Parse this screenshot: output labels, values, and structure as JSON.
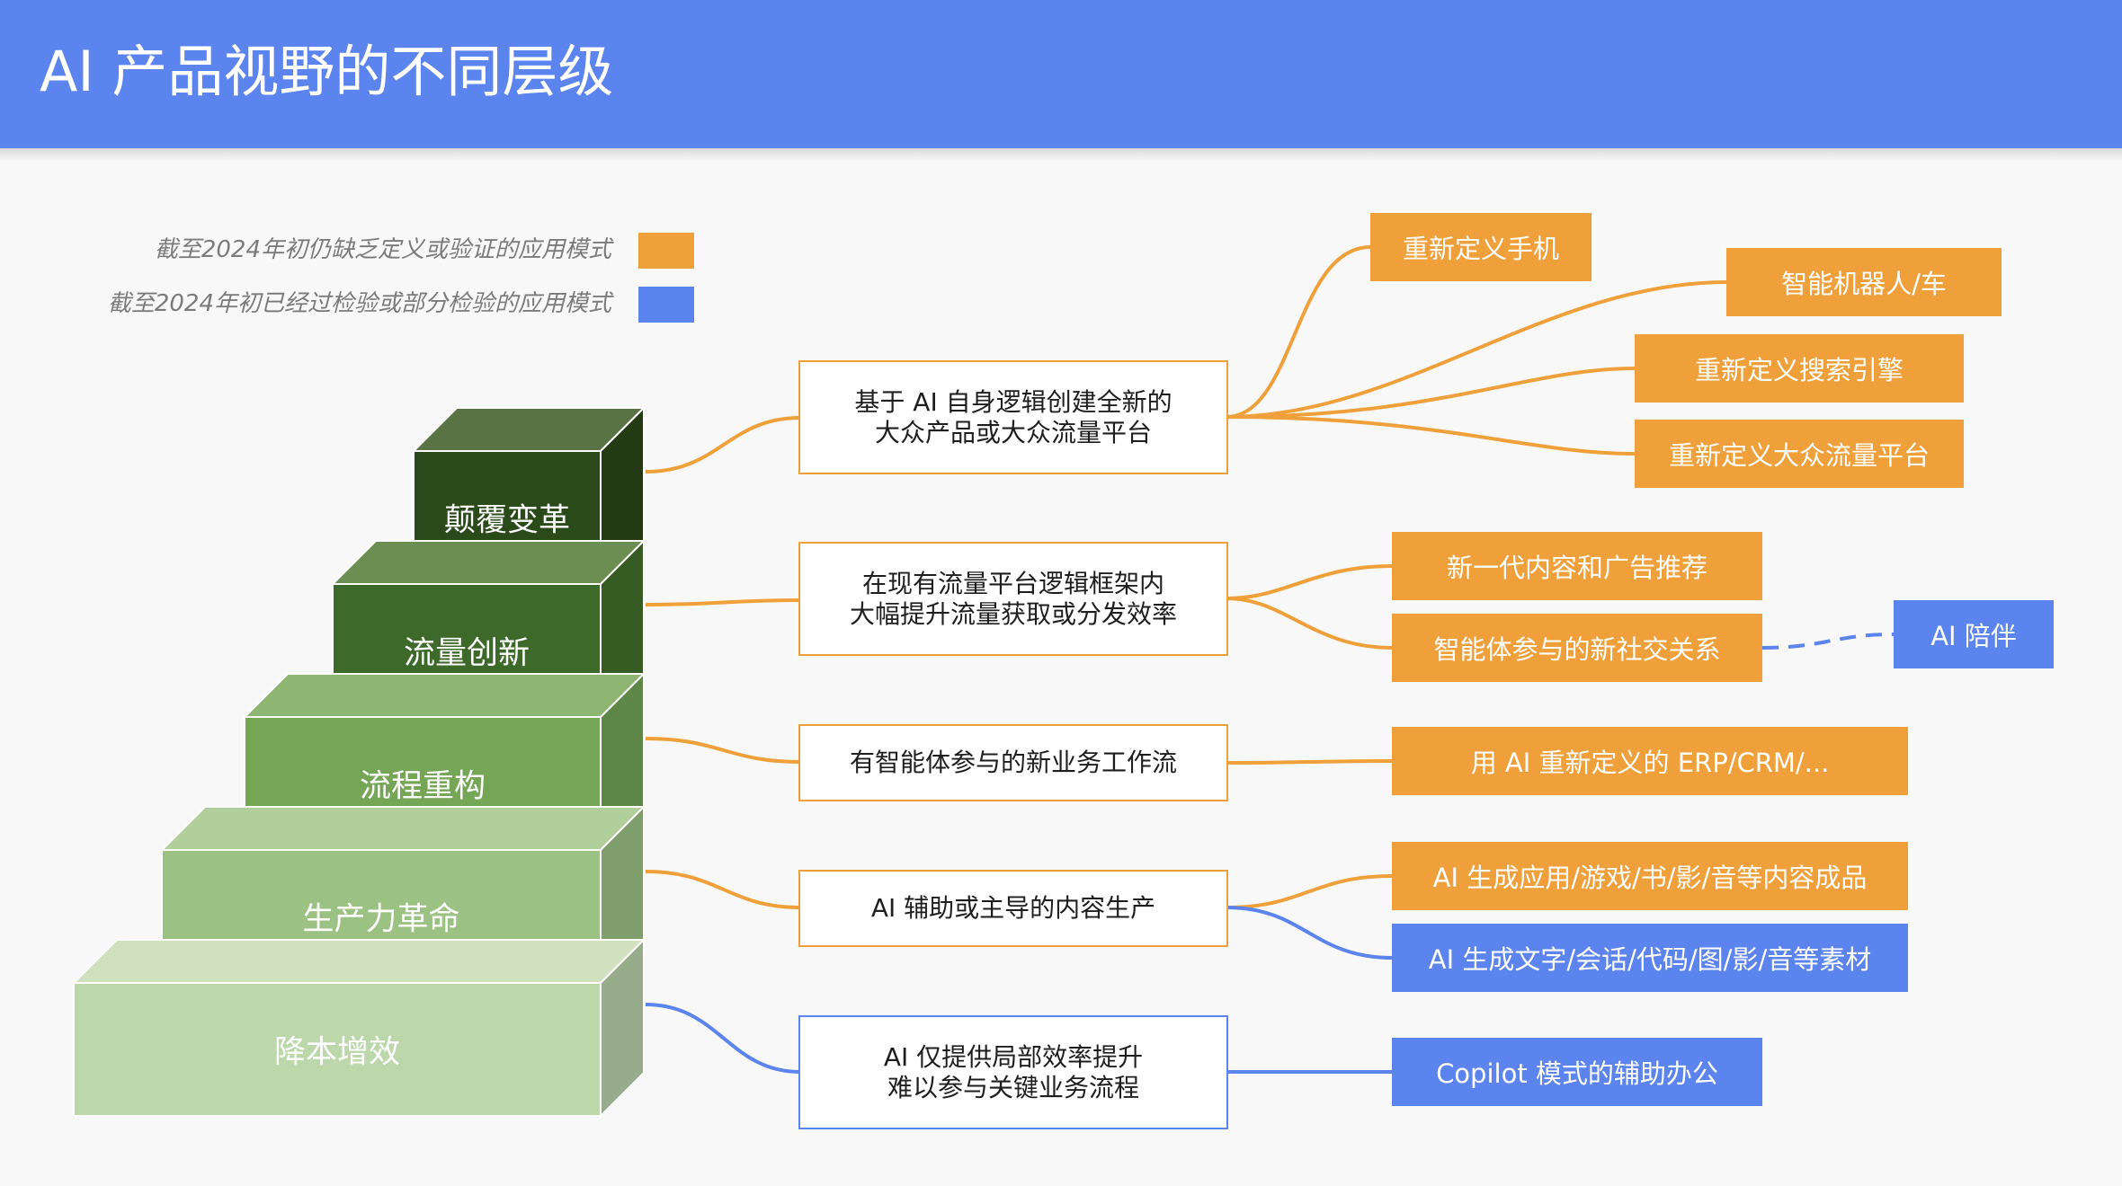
{
  "title": "AI 产品视野的不同层级",
  "legend": [
    {
      "label": "截至2024年初仍缺乏定义或验证的应用模式",
      "color": "#f0a03a"
    },
    {
      "label": "截至2024年初已经过检验或部分检验的应用模式",
      "color": "#5b84ef"
    }
  ],
  "steps": [
    {
      "label": "颠覆变革"
    },
    {
      "label": "流量创新"
    },
    {
      "label": "流程重构"
    },
    {
      "label": "生产力革命"
    },
    {
      "label": "降本增效"
    }
  ],
  "middle": [
    {
      "text": "基于 AI 自身逻辑创建全新的\n大众产品或大众流量平台",
      "status": "orange"
    },
    {
      "text": "在现有流量平台逻辑框架内\n大幅提升流量获取或分发效率",
      "status": "orange"
    },
    {
      "text": "有智能体参与的新业务工作流",
      "status": "orange"
    },
    {
      "text": "AI 辅助或主导的内容生产",
      "status": "orange"
    },
    {
      "text": "AI 仅提供局部效率提升\n难以参与关键业务流程",
      "status": "blue"
    }
  ],
  "leaves": [
    {
      "text": "重新定义手机",
      "status": "orange"
    },
    {
      "text": "智能机器人/车",
      "status": "orange"
    },
    {
      "text": "重新定义搜索引擎",
      "status": "orange"
    },
    {
      "text": "重新定义大众流量平台",
      "status": "orange"
    },
    {
      "text": "新一代内容和广告推荐",
      "status": "orange"
    },
    {
      "text": "智能体参与的新社交关系",
      "status": "orange"
    },
    {
      "text": "AI 陪伴",
      "status": "blue"
    },
    {
      "text": "用 AI 重新定义的 ERP/CRM/...",
      "status": "orange"
    },
    {
      "text": "AI 生成应用/游戏/书/影/音等内容成品",
      "status": "orange"
    },
    {
      "text": "AI 生成文字/会话/代码/图/影/音等素材",
      "status": "blue"
    },
    {
      "text": "Copilot 模式的辅助办公",
      "status": "blue"
    }
  ]
}
